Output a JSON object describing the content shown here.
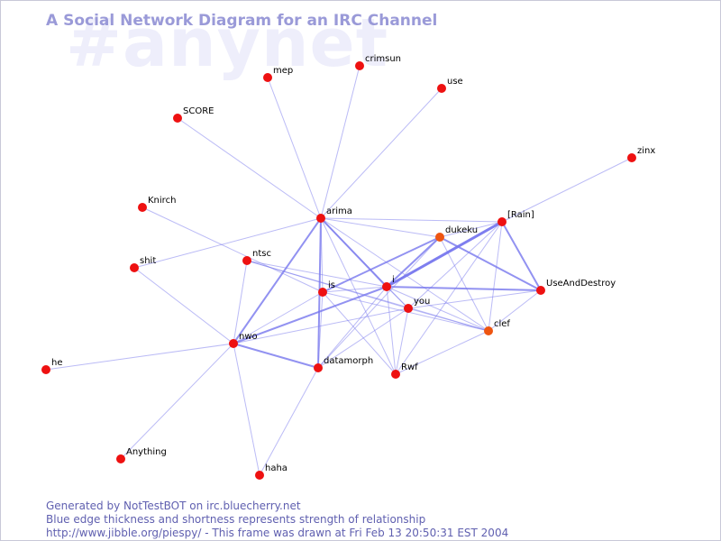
{
  "watermark": "#anynet",
  "title": "A Social Network Diagram for an IRC Channel",
  "footer": {
    "line1": "Generated by NotTestBOT on irc.bluecherry.net",
    "line2": "Blue edge thickness and shortness represents strength of relationship",
    "line3": "http://www.jibble.org/piespy/ - This frame was drawn at Fri Feb 13 20:50:31 EST 2004"
  },
  "colors": {
    "node": "#ee1111",
    "node_alt": "#ee5511",
    "edge": "#7777ee",
    "title": "#9a9ad8",
    "watermark": "#eeeefb",
    "footer": "#6060b0"
  },
  "nodes": [
    {
      "id": "mep",
      "label": "mep"
    },
    {
      "id": "crimsun",
      "label": "crimsun"
    },
    {
      "id": "use",
      "label": "use"
    },
    {
      "id": "SCORE",
      "label": "SCORE"
    },
    {
      "id": "zinx",
      "label": "zinx"
    },
    {
      "id": "Knirch",
      "label": "Knirch"
    },
    {
      "id": "arima",
      "label": "arima"
    },
    {
      "id": "Rain",
      "label": "[Rain]"
    },
    {
      "id": "dukeku",
      "label": "dukeku",
      "alt": true
    },
    {
      "id": "shit",
      "label": "shit"
    },
    {
      "id": "ntsc",
      "label": "ntsc"
    },
    {
      "id": "i",
      "label": "i"
    },
    {
      "id": "UseAndDestroy",
      "label": "UseAndDestroy"
    },
    {
      "id": "is",
      "label": "is"
    },
    {
      "id": "you",
      "label": "you"
    },
    {
      "id": "clef",
      "label": "clef",
      "alt": true
    },
    {
      "id": "nwo",
      "label": "nwo"
    },
    {
      "id": "he",
      "label": "he"
    },
    {
      "id": "datamorph",
      "label": "datamorph"
    },
    {
      "id": "Rwf",
      "label": "Rwf"
    },
    {
      "id": "Anything",
      "label": "Anything"
    },
    {
      "id": "haha",
      "label": "haha"
    }
  ],
  "edges": [
    {
      "from": "arima",
      "to": "mep",
      "weight": 1
    },
    {
      "from": "arima",
      "to": "crimsun",
      "weight": 1
    },
    {
      "from": "arima",
      "to": "use",
      "weight": 1
    },
    {
      "from": "arima",
      "to": "SCORE",
      "weight": 1
    },
    {
      "from": "arima",
      "to": "shit",
      "weight": 1
    },
    {
      "from": "arima",
      "to": "Rain",
      "weight": 1
    },
    {
      "from": "arima",
      "to": "dukeku",
      "weight": 1
    },
    {
      "from": "arima",
      "to": "i",
      "weight": 2
    },
    {
      "from": "arima",
      "to": "is",
      "weight": 1
    },
    {
      "from": "arima",
      "to": "nwo",
      "weight": 2
    },
    {
      "from": "arima",
      "to": "datamorph",
      "weight": 2
    },
    {
      "from": "arima",
      "to": "Rwf",
      "weight": 1
    },
    {
      "from": "arima",
      "to": "you",
      "weight": 1
    },
    {
      "from": "arima",
      "to": "clef",
      "weight": 1
    },
    {
      "from": "Rain",
      "to": "zinx",
      "weight": 1
    },
    {
      "from": "Rain",
      "to": "i",
      "weight": 3
    },
    {
      "from": "Rain",
      "to": "UseAndDestroy",
      "weight": 2
    },
    {
      "from": "Rain",
      "to": "clef",
      "weight": 1
    },
    {
      "from": "Rain",
      "to": "Rwf",
      "weight": 1
    },
    {
      "from": "Rain",
      "to": "you",
      "weight": 1
    },
    {
      "from": "Rain",
      "to": "dukeku",
      "weight": 1
    },
    {
      "from": "dukeku",
      "to": "i",
      "weight": 2
    },
    {
      "from": "dukeku",
      "to": "is",
      "weight": 2
    },
    {
      "from": "dukeku",
      "to": "UseAndDestroy",
      "weight": 2
    },
    {
      "from": "dukeku",
      "to": "clef",
      "weight": 1
    },
    {
      "from": "dukeku",
      "to": "datamorph",
      "weight": 1
    },
    {
      "from": "Knirch",
      "to": "is",
      "weight": 1
    },
    {
      "from": "shit",
      "to": "nwo",
      "weight": 1
    },
    {
      "from": "ntsc",
      "to": "nwo",
      "weight": 1
    },
    {
      "from": "ntsc",
      "to": "i",
      "weight": 1
    },
    {
      "from": "ntsc",
      "to": "you",
      "weight": 1
    },
    {
      "from": "ntsc",
      "to": "clef",
      "weight": 1
    },
    {
      "from": "i",
      "to": "UseAndDestroy",
      "weight": 2
    },
    {
      "from": "i",
      "to": "is",
      "weight": 1
    },
    {
      "from": "i",
      "to": "you",
      "weight": 1
    },
    {
      "from": "i",
      "to": "clef",
      "weight": 1
    },
    {
      "from": "i",
      "to": "nwo",
      "weight": 2
    },
    {
      "from": "i",
      "to": "datamorph",
      "weight": 1
    },
    {
      "from": "i",
      "to": "Rwf",
      "weight": 1
    },
    {
      "from": "UseAndDestroy",
      "to": "you",
      "weight": 1
    },
    {
      "from": "UseAndDestroy",
      "to": "clef",
      "weight": 1
    },
    {
      "from": "is",
      "to": "nwo",
      "weight": 1
    },
    {
      "from": "is",
      "to": "datamorph",
      "weight": 1
    },
    {
      "from": "is",
      "to": "Rwf",
      "weight": 1
    },
    {
      "from": "is",
      "to": "clef",
      "weight": 1
    },
    {
      "from": "you",
      "to": "nwo",
      "weight": 1
    },
    {
      "from": "you",
      "to": "datamorph",
      "weight": 1
    },
    {
      "from": "you",
      "to": "Rwf",
      "weight": 1
    },
    {
      "from": "you",
      "to": "clef",
      "weight": 1
    },
    {
      "from": "clef",
      "to": "Rwf",
      "weight": 1
    },
    {
      "from": "nwo",
      "to": "he",
      "weight": 1
    },
    {
      "from": "nwo",
      "to": "datamorph",
      "weight": 2
    },
    {
      "from": "nwo",
      "to": "Anything",
      "weight": 1
    },
    {
      "from": "nwo",
      "to": "haha",
      "weight": 1
    },
    {
      "from": "datamorph",
      "to": "haha",
      "weight": 1
    }
  ]
}
